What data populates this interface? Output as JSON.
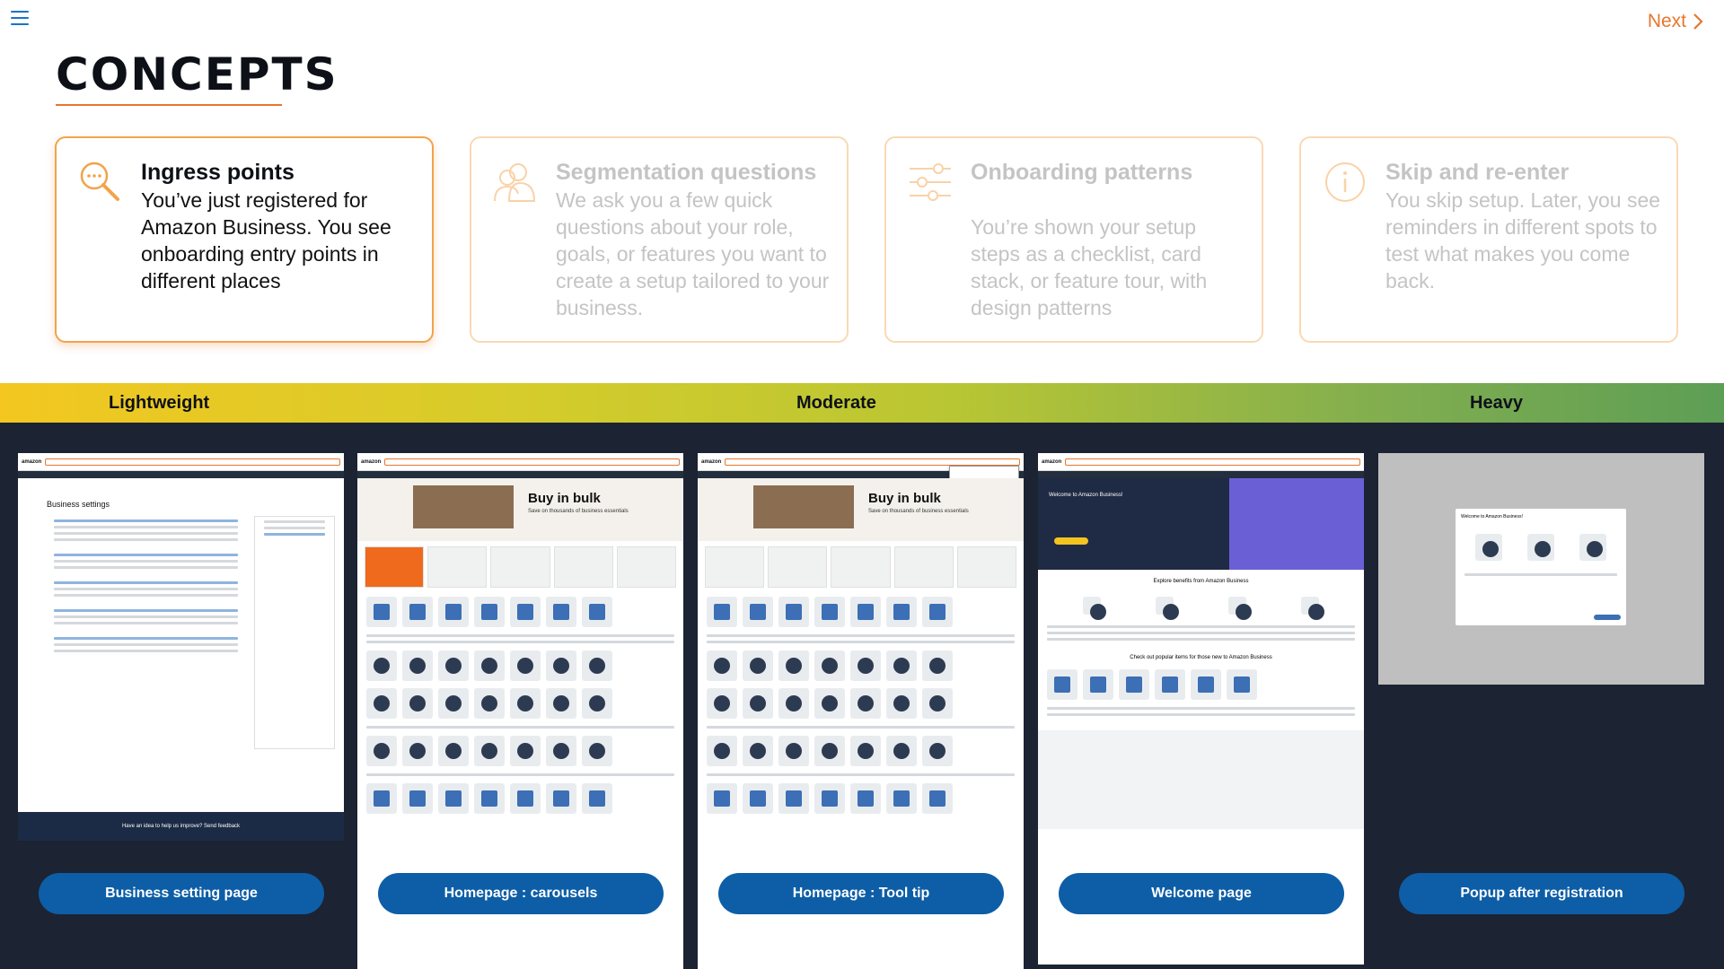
{
  "nav": {
    "next_label": "Next"
  },
  "page": {
    "title": "CONCEPTS"
  },
  "cards": [
    {
      "title": "Ingress points",
      "description": "You’ve just registered for Amazon Business. You see onboarding entry points in different places",
      "icon": "magnifier-icon",
      "state": "active"
    },
    {
      "title": "Segmentation questions",
      "description": "We ask you a few quick questions about your role, goals, or features you want to create a setup tailored to your business.",
      "icon": "people-icon",
      "state": "faded"
    },
    {
      "title": "Onboarding patterns",
      "description": "You’re shown your setup steps as a checklist, card stack, or feature tour, with design patterns",
      "icon": "sliders-icon",
      "state": "faded"
    },
    {
      "title": "Skip and re-enter",
      "description": "You skip setup. Later, you see reminders in different spots to test what makes you come back.",
      "icon": "info-icon",
      "state": "faded"
    }
  ],
  "scale": {
    "low": "Lightweight",
    "mid": "Moderate",
    "high": "Heavy"
  },
  "screens": [
    {
      "caption": "Business setting page",
      "title": "Business settings",
      "footer": "Have an idea to help us improve? Send feedback"
    },
    {
      "caption": "Homepage : carousels",
      "hero_title": "Buy in bulk",
      "hero_sub": "Save on thousands of business essentials"
    },
    {
      "caption": "Homepage : Tool tip",
      "hero_title": "Buy in bulk",
      "hero_sub": "Save on thousands of business essentials"
    },
    {
      "caption": "Welcome page",
      "hero_title": "Welcome to Amazon Business!",
      "section": "Explore benefits from Amazon Business",
      "section2": "Check out popular items for those new to Amazon Business"
    },
    {
      "caption": "Popup after registration",
      "popup_title": "Welcome to Amazon Business!"
    }
  ],
  "colors": {
    "accent": "#e8762d",
    "caption_bg": "#0d5ea6",
    "dark_bg": "#1c2333"
  }
}
